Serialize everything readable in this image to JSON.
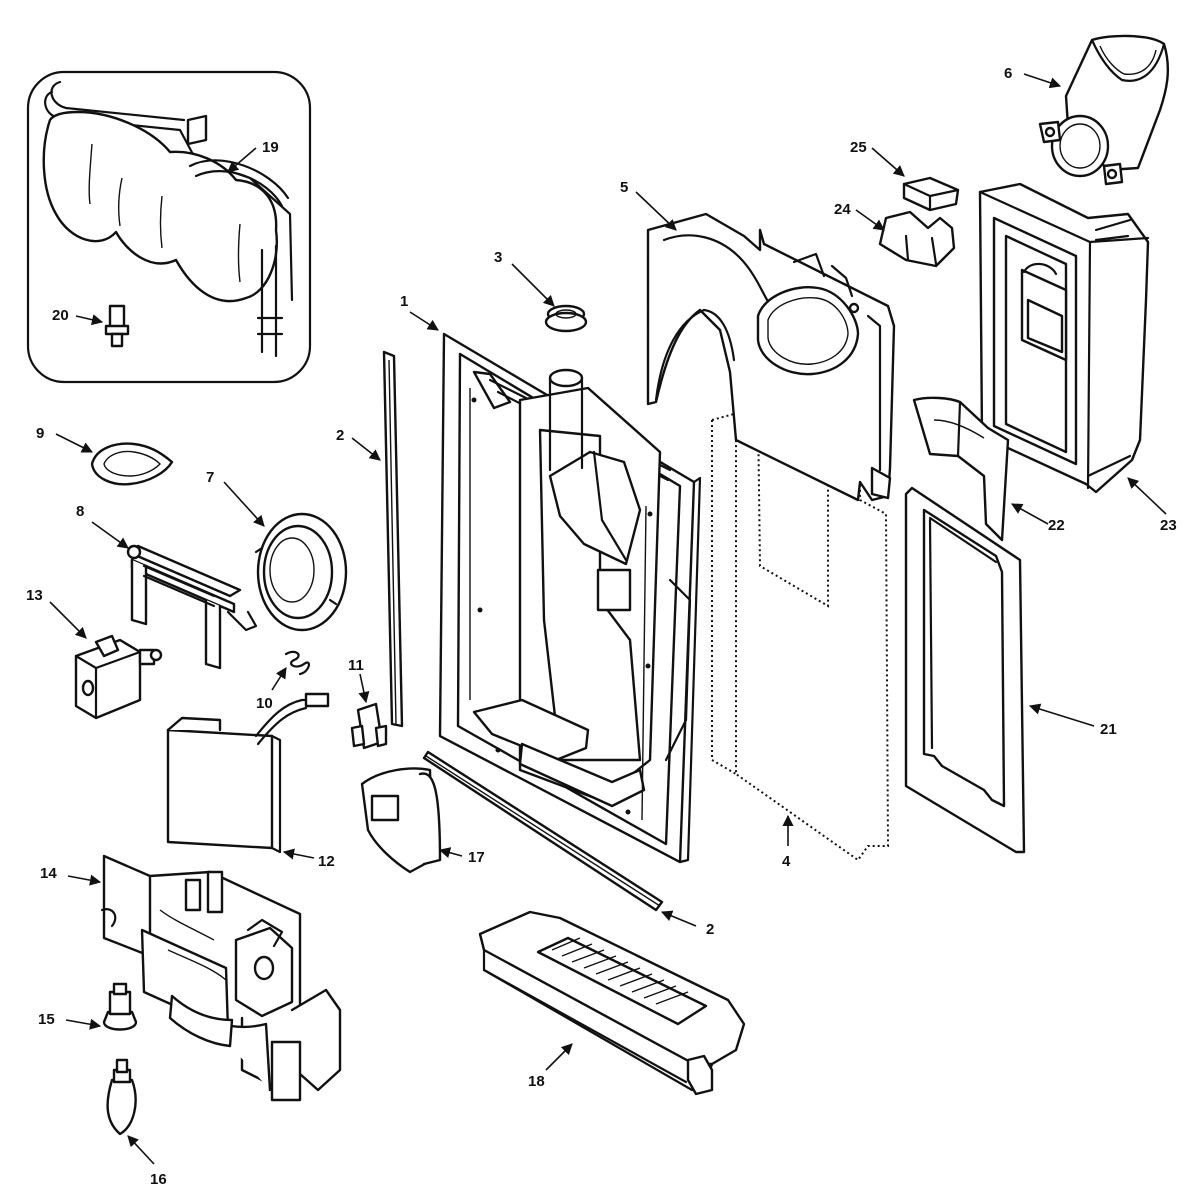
{
  "colors": {
    "line": "#111111",
    "background": "#ffffff"
  },
  "labels": {
    "p1": "1",
    "p2a": "2",
    "p2b": "2",
    "p3": "3",
    "p4": "4",
    "p5": "5",
    "p6": "6",
    "p7": "7",
    "p8": "8",
    "p9": "9",
    "p10": "10",
    "p11": "11",
    "p12": "12",
    "p13": "13",
    "p14": "14",
    "p15": "15",
    "p16": "16",
    "p17": "17",
    "p18": "18",
    "p19": "19",
    "p20": "20",
    "p21": "21",
    "p22": "22",
    "p23": "23",
    "p24": "24",
    "p25": "25"
  }
}
